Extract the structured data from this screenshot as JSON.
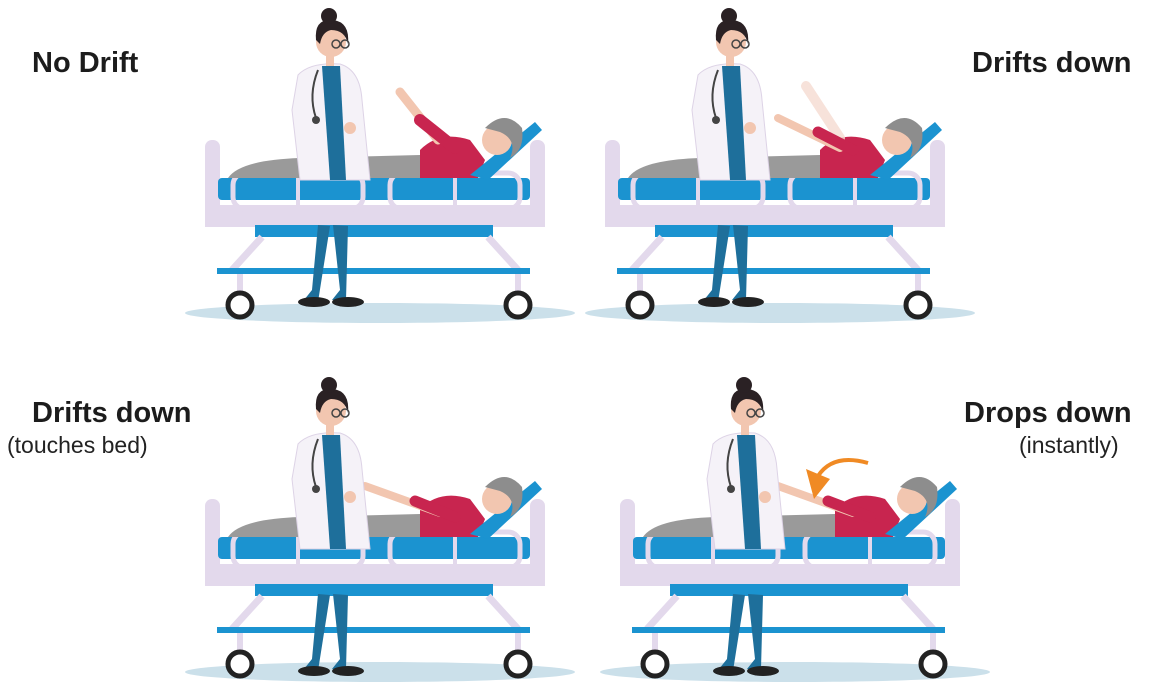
{
  "colors": {
    "bed_frame": "#e3d9ec",
    "mattress": "#1b93d0",
    "bed_base": "#1b93d0",
    "sheet": "#9a9a9a",
    "shirt": "#c8254f",
    "hair_grey": "#8d8d8d",
    "doctor_coat": "#f5f2f8",
    "scrubs": "#1e6f9b",
    "doctor_hair": "#2a2124",
    "shadow": "#cbe0ea",
    "arrow": "#f08a24"
  },
  "panels": [
    {
      "title": "No Drift",
      "subtitle": "",
      "arm": "raised"
    },
    {
      "title": "Drifts down",
      "subtitle": "",
      "arm": "drifting"
    },
    {
      "title": "Drifts down",
      "subtitle": "(touches bed)",
      "arm": "touching"
    },
    {
      "title": "Drops down",
      "subtitle": "(instantly)",
      "arm": "dropped"
    }
  ]
}
